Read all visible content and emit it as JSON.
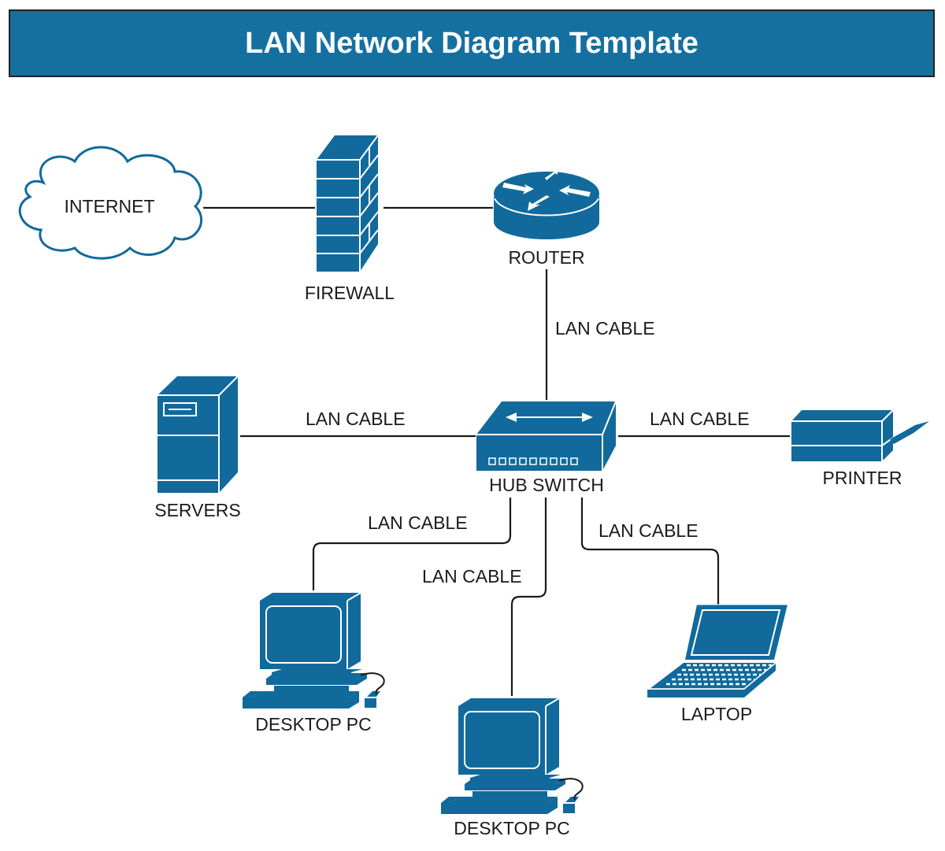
{
  "title": "LAN Network Diagram Template",
  "colors": {
    "primary": "#116a9b",
    "title_bg": "#1570a0",
    "text": "#1a1a1a",
    "wire": "#1a1a1a"
  },
  "nodes": {
    "internet": {
      "label": "INTERNET",
      "icon": "cloud-icon"
    },
    "firewall": {
      "label": "FIREWALL",
      "icon": "firewall-icon"
    },
    "router": {
      "label": "ROUTER",
      "icon": "router-icon"
    },
    "hub_switch": {
      "label": "HUB SWITCH",
      "icon": "switch-icon"
    },
    "servers": {
      "label": "SERVERS",
      "icon": "server-icon"
    },
    "printer": {
      "label": "PRINTER",
      "icon": "printer-icon"
    },
    "desktop_1": {
      "label": "DESKTOP PC",
      "icon": "desktop-pc-icon"
    },
    "desktop_2": {
      "label": "DESKTOP PC",
      "icon": "desktop-pc-icon"
    },
    "laptop": {
      "label": "LAPTOP",
      "icon": "laptop-icon"
    }
  },
  "edges": [
    {
      "from": "internet",
      "to": "firewall",
      "label": ""
    },
    {
      "from": "firewall",
      "to": "router",
      "label": ""
    },
    {
      "from": "router",
      "to": "hub_switch",
      "label": "LAN CABLE"
    },
    {
      "from": "servers",
      "to": "hub_switch",
      "label": "LAN CABLE"
    },
    {
      "from": "hub_switch",
      "to": "printer",
      "label": "LAN CABLE"
    },
    {
      "from": "hub_switch",
      "to": "desktop_1",
      "label": "LAN CABLE"
    },
    {
      "from": "hub_switch",
      "to": "desktop_2",
      "label": "LAN CABLE"
    },
    {
      "from": "hub_switch",
      "to": "laptop",
      "label": "LAN CABLE"
    }
  ]
}
